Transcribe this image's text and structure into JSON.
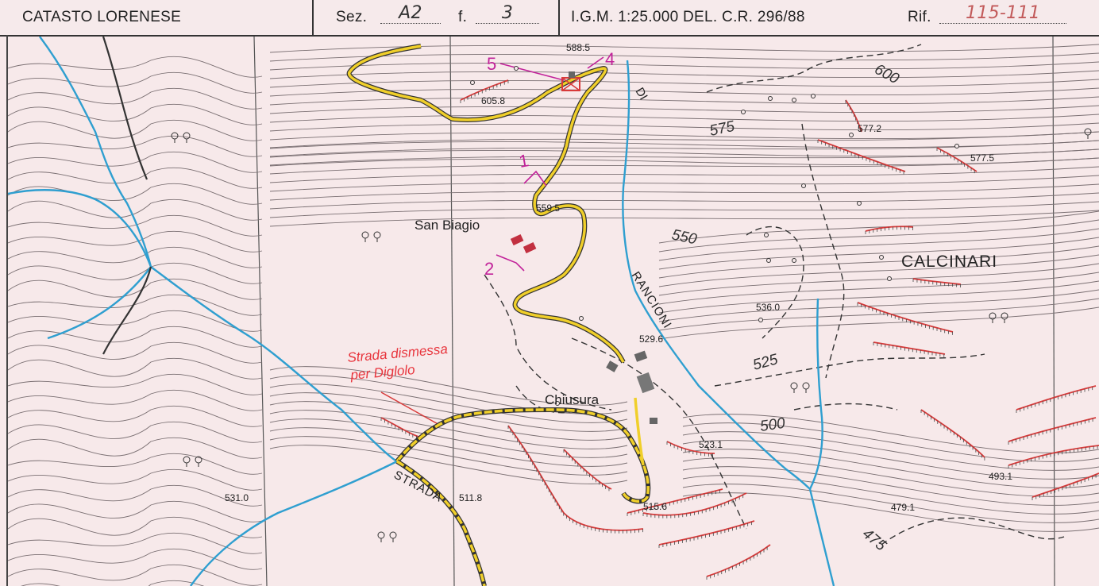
{
  "header": {
    "left_title": "CATASTO LORENESE",
    "sez_label": "Sez.",
    "sez_value": "A2",
    "f_label": "f.",
    "f_value": "3",
    "igm_label": "I.G.M. 1:25.000 DEL. C.R. 296/88",
    "rif_label": "Rif.",
    "rif_value": "115-111"
  },
  "map": {
    "place_names": {
      "san_biagio": "San Biagio",
      "calcinari": "CALCINARI",
      "chiusura": "Chiusura",
      "rancioni": "RANCIONI",
      "di": "DI",
      "strada": "STRADA"
    },
    "elevations": {
      "e588_5": "588.5",
      "e605_8": "605.8",
      "e577_2": "577.2",
      "e577_5": "577.5",
      "e559_5": "559.5",
      "e536_0": "536.0",
      "e529_6": "529.6",
      "e523_1": "523.1",
      "e515_6": "515.6",
      "e511_8": "511.8",
      "e531_0": "531.0",
      "e493_1": "493.1",
      "e479_1": "479.1"
    },
    "contour_labels": {
      "c600": "600",
      "c575": "575",
      "c550": "550",
      "c525": "525",
      "c500": "500",
      "c475": "475"
    },
    "annotation": {
      "line1": "Strada dismessa",
      "line2": "per Diglolo"
    },
    "photo_points": {
      "p1": "1",
      "p2": "2",
      "p4": "4",
      "p5": "5"
    },
    "colors": {
      "road_yellow": "#f0cf2a",
      "river_blue": "#2f9fd0",
      "scarp_red": "#d83a3a",
      "annotation_red": "#e8343c",
      "marker_magenta": "#c2239a",
      "contour": "#7a6f72",
      "background": "#f7e9ea"
    }
  }
}
